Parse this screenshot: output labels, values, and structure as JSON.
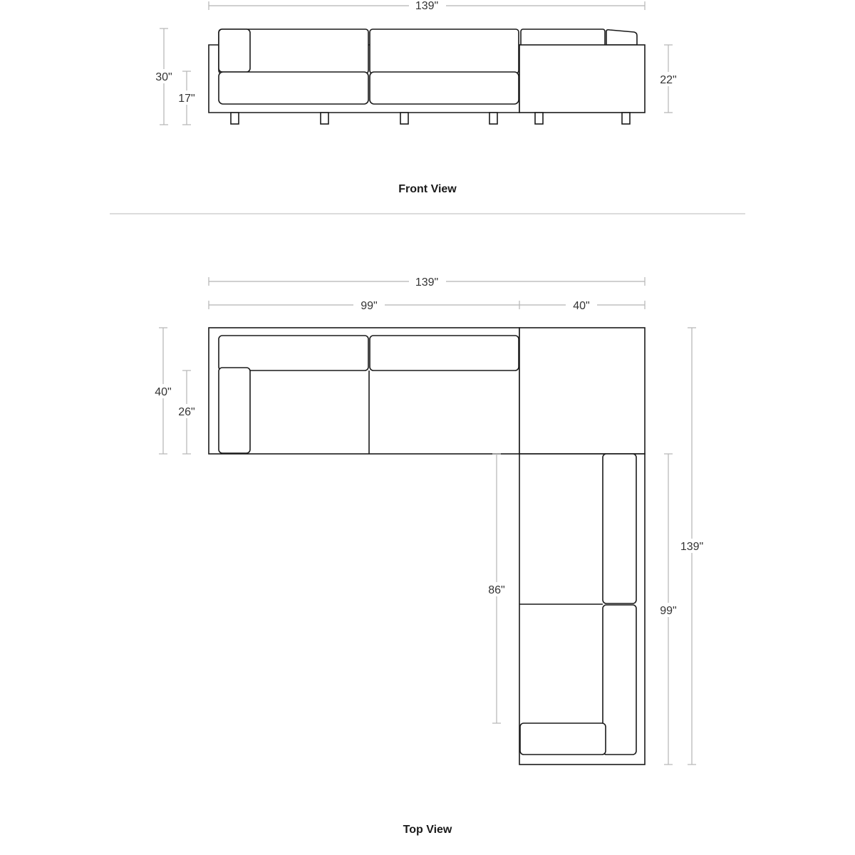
{
  "front_view": {
    "label": "Front View",
    "dimensions": {
      "overall_width": "139\"",
      "overall_height": "30\"",
      "seat_height": "17\"",
      "ottoman_height": "22\""
    }
  },
  "top_view": {
    "label": "Top View",
    "dimensions": {
      "overall_width": "139\"",
      "sofa_width": "99\"",
      "ottoman_width": "40\"",
      "overall_depth": "40\"",
      "seat_depth": "26\"",
      "chaise_inner_length": "86\"",
      "overall_length": "139\"",
      "chaise_length": "99\""
    }
  }
}
